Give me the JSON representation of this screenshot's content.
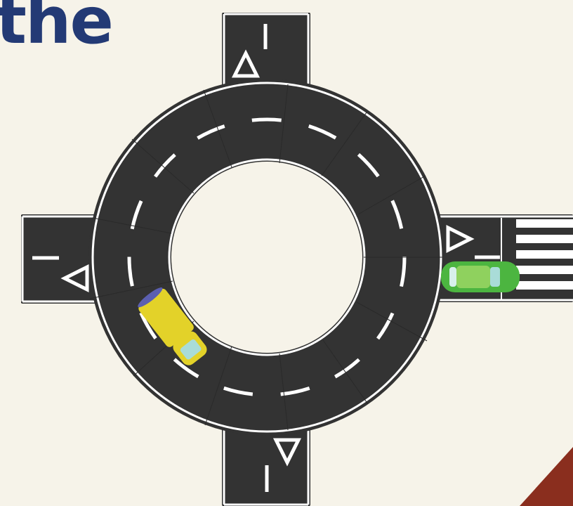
{
  "heading": {
    "text": "the",
    "color": "#233a75"
  },
  "colors": {
    "background": "#f6f3e9",
    "asphalt": "#333333",
    "marking": "#ffffff",
    "corner_accent": "#8a2e1e"
  },
  "vehicles": [
    {
      "kind": "truck",
      "color": "#e3d229"
    },
    {
      "kind": "car",
      "color": "#4cb540"
    }
  ],
  "signs": {
    "give_way": [
      "top-approach",
      "right-approach",
      "bottom-approach",
      "left-approach"
    ]
  }
}
